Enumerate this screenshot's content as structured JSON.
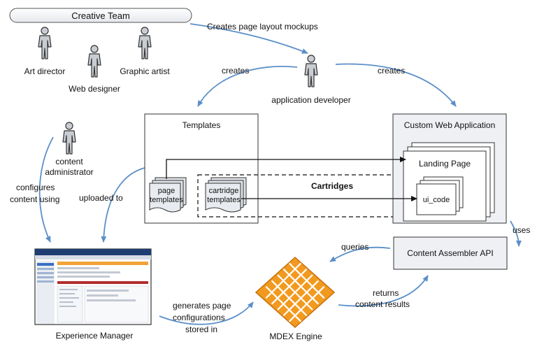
{
  "team": {
    "title": "Creative Team",
    "roles": [
      "Art director",
      "Web designer",
      "Graphic artist"
    ]
  },
  "actors": {
    "application_developer": "application developer",
    "content_administrator_line1": "content",
    "content_administrator_line2": "administrator"
  },
  "flows": {
    "mockups": "Creates page layout mockups",
    "creates_left": "creates",
    "creates_right": "creates",
    "configures_line1": "configures",
    "configures_line2": "content using",
    "uploaded_to": "uploaded to",
    "uses": "uses",
    "queries": "queries",
    "returns_line1": "returns",
    "returns_line2": "content results",
    "generates_line1": "generates page",
    "generates_line2": "configurations",
    "generates_line3": "stored in"
  },
  "templates": {
    "title": "Templates",
    "page_line1": "page",
    "page_line2": "templates",
    "cartridge_line1": "cartridge",
    "cartridge_line2": "templates",
    "cartridges": "Cartridges"
  },
  "webapp": {
    "title": "Custom Web Application",
    "landing_page": "Landing Page",
    "ui_code": "ui_code"
  },
  "components": {
    "content_assembler": "Content Assembler API",
    "mdex": "MDEX Engine",
    "experience_manager": "Experience Manager"
  },
  "colors": {
    "arrow": "#5b8fc8",
    "box_fill": "#eef0f4",
    "actor_fill": "#c9cdd3",
    "mdex_orange": "#f29a1f"
  }
}
